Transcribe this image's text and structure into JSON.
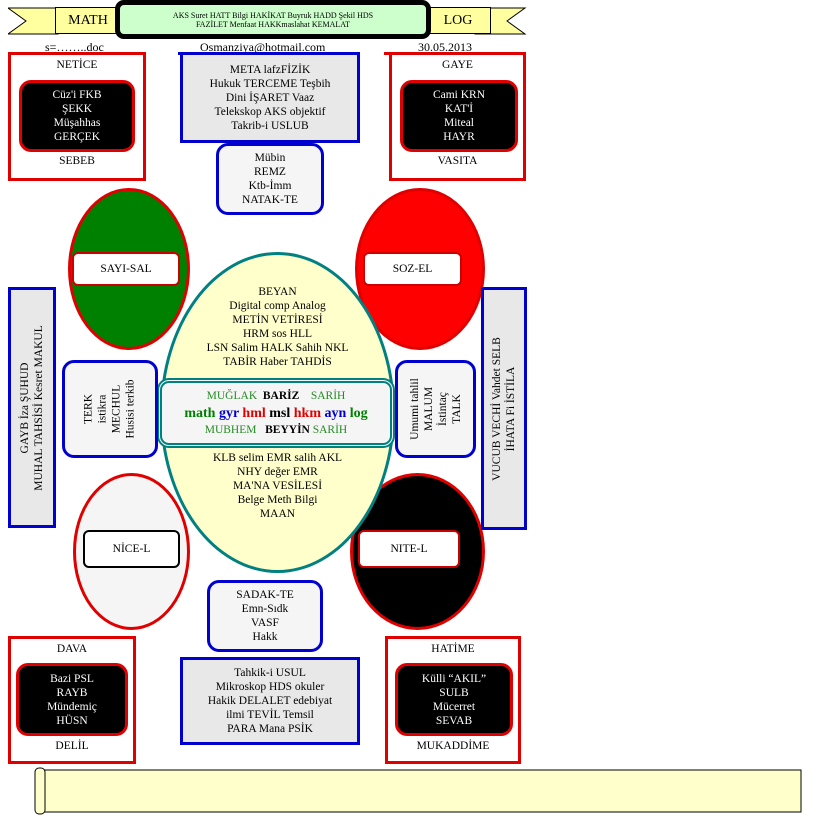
{
  "header": {
    "left": "MATH",
    "right": "LOG",
    "center_line1": "AKS  Suret  HATT  Bilgi  HAKİKAT Buyruk  HADD Şekil HDS",
    "center_line2": "FAZİLET Menfaat HAKKmaslahat KEMALAT"
  },
  "subheader": {
    "file": "s=……..doc",
    "email": "Osmanziya@hotmail.com",
    "date": "30.05.2013"
  },
  "top_left": {
    "title": "NETİCE",
    "lines": [
      "Cüz'i FKB",
      "ŞEKK",
      "Müşahhas",
      "GERÇEK"
    ],
    "footer": "SEBEB"
  },
  "top_right": {
    "title": "GAYE",
    "lines": [
      "Cami KRN",
      "KAT'İ",
      "Miteal",
      "HAYR"
    ],
    "footer": "VASITA"
  },
  "top_center": [
    "META  lafzFİZİK",
    "Hukuk TERCEME Teşbih",
    "Dini İŞARET Vaaz",
    "Telekskop AKS objektif",
    "Takrib-i USLUB"
  ],
  "top_small": [
    "Mübin",
    "REMZ",
    "Ktb-İmm",
    "NATAK-TE"
  ],
  "ellipses": {
    "green": "SAYI-SAL",
    "red": "SOZ-EL",
    "white": "NİCE-L",
    "black": "NITE-L"
  },
  "center_top": [
    "BEYAN",
    "Digital comp Analog",
    "METİN VETİRESİ",
    "HRM sos HLL",
    "LSN Salim HALK Sahih NKL",
    "TABİR Haber TAHDİS"
  ],
  "center_band": {
    "row1": [
      "MUĞLAK",
      "BARİZ",
      "SARİH"
    ],
    "row2": [
      "math",
      "gyr",
      "hml",
      "msl",
      "hkm",
      "ayn",
      "log"
    ],
    "row3": [
      "MUBHEM",
      "BEYYİN",
      "SARİH"
    ]
  },
  "center_bottom": [
    "KLB selim EMR salih AKL",
    "NHY değer EMR",
    "MA'NA VESİLESİ",
    "Belge Meth Bilgi",
    "MAAN"
  ],
  "left_small": [
    "TERK",
    "istikra",
    "MECHUL",
    "Husisi terkib"
  ],
  "right_small": [
    "Umumi tahlil",
    "MALUM",
    "İstintaç",
    "TALK"
  ],
  "left_tall": [
    "GAYB  İza  ŞUHUD",
    "MUHAL  TAHSİSİ Kesret  MAKUL"
  ],
  "right_tall": [
    "VUCUB  VECHİ Vahdet  SELB",
    "İHATA   Fi   İSTİLA"
  ],
  "bottom_small": [
    "SADAK-TE",
    "Emn-Sıdk",
    "VASF",
    "Hakk"
  ],
  "bottom_center": [
    "Tahkik-i USUL",
    "Mikroskop HDS okuler",
    "Hakik  DELALET edebiyat",
    "ilmi TEVİL Temsil",
    "PARA Mana PSİK"
  ],
  "bottom_left": {
    "title": "DAVA",
    "lines": [
      "Bazi PSL",
      "RAYB",
      "Mündemiç",
      "HÜSN"
    ],
    "footer": "DELİL"
  },
  "bottom_right": {
    "title": "HATİME",
    "lines": [
      "Külli “AKIL”",
      "SULB",
      "Mücerret",
      "SEVAB"
    ],
    "footer": "MUKADDİME"
  }
}
